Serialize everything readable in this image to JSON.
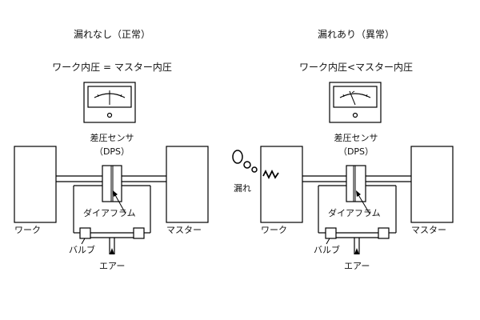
{
  "left": {
    "status": "漏れなし（正常）",
    "relation": "ワーク内圧 = マスター内圧",
    "sensor_name": "差圧センサ",
    "sensor_abbr": "（DPS）",
    "work_label": "ワーク",
    "master_label": "マスター",
    "diaphragm_label": "ダイアフラム",
    "valve_label": "バルブ",
    "air_label": "エアー"
  },
  "right": {
    "status": "漏れあり（異常）",
    "relation": "ワーク内圧<マスター内圧",
    "sensor_name": "差圧センサ",
    "sensor_abbr": "（DPS）",
    "work_label": "ワーク",
    "master_label": "マスター",
    "diaphragm_label": "ダイアフラム",
    "valve_label": "バルブ",
    "air_label": "エアー",
    "leak_label": "漏れ"
  }
}
